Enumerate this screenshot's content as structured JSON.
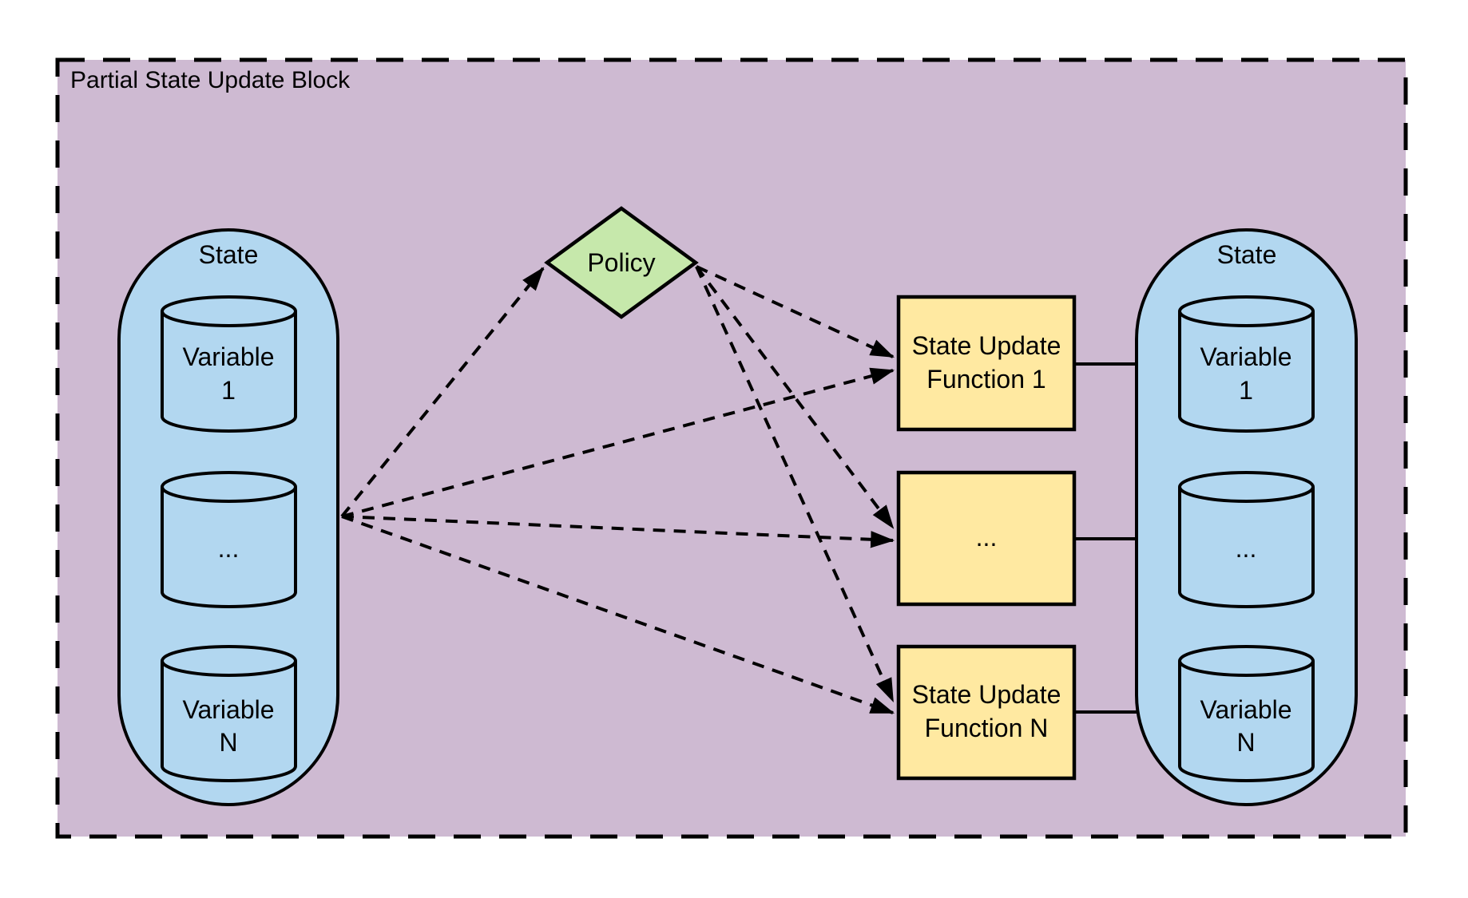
{
  "title": "Partial State Update Block",
  "left_state": {
    "label": "State",
    "variables": [
      {
        "line1": "Variable",
        "line2": "1"
      },
      {
        "line1": "...",
        "line2": ""
      },
      {
        "line1": "Variable",
        "line2": "N"
      }
    ]
  },
  "policy": {
    "label": "Policy"
  },
  "functions": [
    {
      "line1": "State Update",
      "line2": "Function 1"
    },
    {
      "line1": "...",
      "line2": ""
    },
    {
      "line1": "State Update",
      "line2": "Function N"
    }
  ],
  "right_state": {
    "label": "State",
    "variables": [
      {
        "line1": "Variable",
        "line2": "1"
      },
      {
        "line1": "...",
        "line2": ""
      },
      {
        "line1": "Variable",
        "line2": "N"
      }
    ]
  },
  "edges": [
    {
      "from": "left-state",
      "to": "policy",
      "style": "dashed"
    },
    {
      "from": "left-state",
      "to": "state-update-function-1",
      "style": "dashed"
    },
    {
      "from": "left-state",
      "to": "state-update-function-ellipsis",
      "style": "dashed"
    },
    {
      "from": "left-state",
      "to": "state-update-function-n",
      "style": "dashed"
    },
    {
      "from": "policy",
      "to": "state-update-function-1",
      "style": "dashed"
    },
    {
      "from": "policy",
      "to": "state-update-function-ellipsis",
      "style": "dashed"
    },
    {
      "from": "policy",
      "to": "state-update-function-n",
      "style": "dashed"
    },
    {
      "from": "state-update-function-1",
      "to": "right-variable-1",
      "style": "solid"
    },
    {
      "from": "state-update-function-ellipsis",
      "to": "right-variable-ellipsis",
      "style": "solid"
    },
    {
      "from": "state-update-function-n",
      "to": "right-variable-n",
      "style": "solid"
    }
  ],
  "colors": {
    "canvas-bg": "#ffffff",
    "block-bg": "#cebad2",
    "state-fill": "#b2d7f0",
    "policy-fill": "#c6e8ab",
    "function-fill": "#ffe9a1",
    "ink": "#000000"
  }
}
